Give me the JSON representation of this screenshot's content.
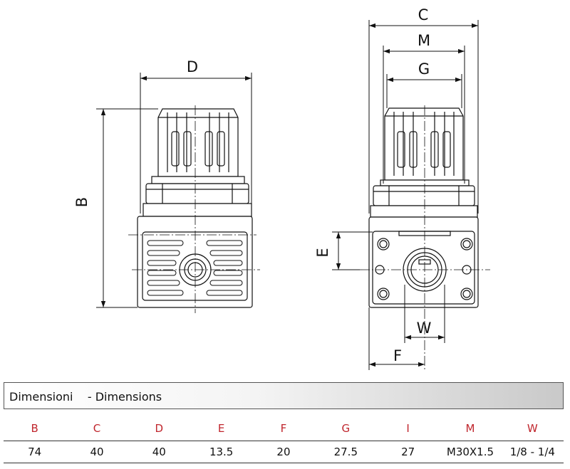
{
  "drawing": {
    "labels": {
      "D": "D",
      "B": "B",
      "C": "C",
      "M": "M",
      "G": "G",
      "E": "E",
      "W": "W",
      "F": "F"
    }
  },
  "table": {
    "title": "Dimensioni    - Dimensions",
    "headers": [
      "B",
      "C",
      "D",
      "E",
      "F",
      "G",
      "I",
      "M",
      "W"
    ],
    "values": [
      "74",
      "40",
      "40",
      "13.5",
      "20",
      "27.5",
      "27",
      "M30X1.5",
      "1/8 - 1/4"
    ]
  },
  "colors": {
    "header_text": "#c0262d",
    "line": "#111111",
    "banner_end": "#c9c9c9"
  }
}
